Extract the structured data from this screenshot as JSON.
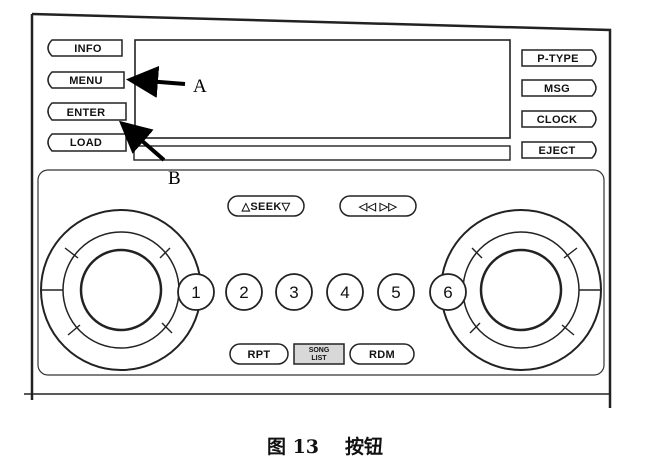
{
  "buttons": {
    "info": "INFO",
    "menu": "MENU",
    "enter": "ENTER",
    "load": "LOAD",
    "ptype": "P-TYPE",
    "msg": "MSG",
    "clock": "CLOCK",
    "eject": "EJECT",
    "seek": "△SEEK▽",
    "rew_ff": "◁◁  ▷▷",
    "rpt": "RPT",
    "song_list_line1": "SONG",
    "song_list_line2": "LIST",
    "rdm": "RDM"
  },
  "presets": [
    "1",
    "2",
    "3",
    "4",
    "5",
    "6"
  ],
  "callouts": {
    "a": "A",
    "b": "B"
  },
  "caption": {
    "label": "图 13",
    "title": "按钮"
  }
}
